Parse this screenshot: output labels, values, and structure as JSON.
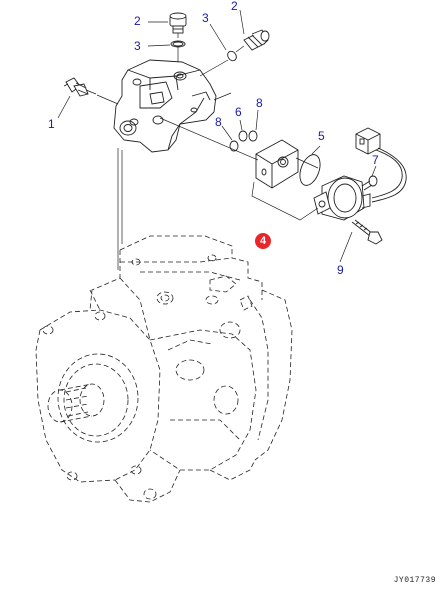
{
  "callouts": [
    {
      "id": "c1",
      "label": "1"
    },
    {
      "id": "c2a",
      "label": "2"
    },
    {
      "id": "c2b",
      "label": "2"
    },
    {
      "id": "c3a",
      "label": "3"
    },
    {
      "id": "c3b",
      "label": "3"
    },
    {
      "id": "c4",
      "label": "4"
    },
    {
      "id": "c5",
      "label": "5"
    },
    {
      "id": "c6",
      "label": "6"
    },
    {
      "id": "c7",
      "label": "7"
    },
    {
      "id": "c8a",
      "label": "8"
    },
    {
      "id": "c8b",
      "label": "8"
    },
    {
      "id": "c9",
      "label": "9"
    }
  ],
  "drawing_code": "JY017739",
  "colors": {
    "callout_text": "#1a1aa8",
    "highlight_fill": "#e8262b",
    "line": "#222222"
  }
}
